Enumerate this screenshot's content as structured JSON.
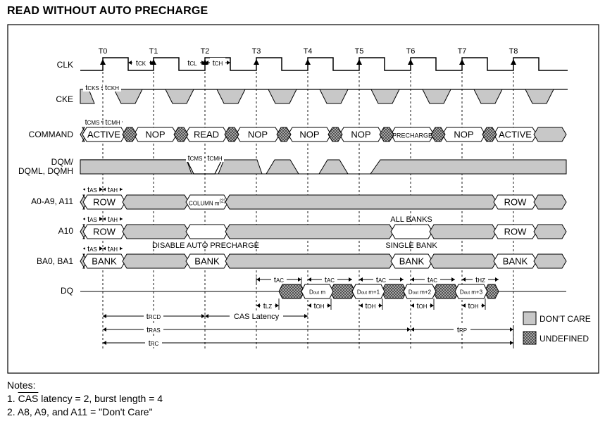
{
  "title": "READ WITHOUT AUTO PRECHARGE",
  "colors": {
    "dont_care": "#c8c8c8",
    "undefined_hatch": "#555555",
    "line": "#000000"
  },
  "clock_labels": [
    "T0",
    "T1",
    "T2",
    "T3",
    "T4",
    "T5",
    "T6",
    "T7",
    "T8"
  ],
  "signal_labels": {
    "clk": "CLK",
    "cke": "CKE",
    "command": "COMMAND",
    "dqm1": "DQM/",
    "dqm2": "DQML, DQMH",
    "addr": "A0-A9, A11",
    "a10": "A10",
    "ba": "BA0, BA1",
    "dq": "DQ"
  },
  "commands": [
    "ACTIVE",
    "NOP",
    "READ",
    "NOP",
    "NOP",
    "NOP",
    "PRECHARGE",
    "NOP",
    "ACTIVE"
  ],
  "address_values": {
    "row": "ROW",
    "column": "COLUMN m",
    "column_sup": "(2)"
  },
  "a10_values": {
    "row": "ROW",
    "all_banks": "ALL BANKS"
  },
  "ba_values": {
    "bank": "BANK"
  },
  "annotations": {
    "disable_auto_precharge": "DISABLE AUTO PRECHARGE",
    "single_bank": "SINGLE BANK"
  },
  "dq_outputs": [
    {
      "base": "DOUT",
      "sub": "m"
    },
    {
      "base": "DOUT",
      "sub": "m+1"
    },
    {
      "base": "DOUT",
      "sub": "m+2"
    },
    {
      "base": "DOUT",
      "sub": "m+3"
    }
  ],
  "timing": {
    "tck": "CK",
    "tcl": "CL",
    "tch": "CH",
    "tcks": "CKS",
    "tckh": "CKH",
    "tcms": "CMS",
    "tcmh": "CMH",
    "tas": "AS",
    "tah": "AH",
    "tac": "AC",
    "toh": "OH",
    "tlz": "LZ",
    "thz": "HZ",
    "trcd": "RCD",
    "tras": "RAS",
    "trc": "RC",
    "trp": "RP",
    "cas_latency": "CAS Latency"
  },
  "legend": {
    "dont_care": "DON'T CARE",
    "undefined": "UNDEFINED"
  },
  "notes": {
    "heading": "Notes:",
    "n1_prefix": "1.",
    "n1_cas": "CAS",
    "n1_rest": " latency = 2, burst length = 4",
    "n2": "2. A8, A9, and A11 = \"Don't Care\""
  }
}
